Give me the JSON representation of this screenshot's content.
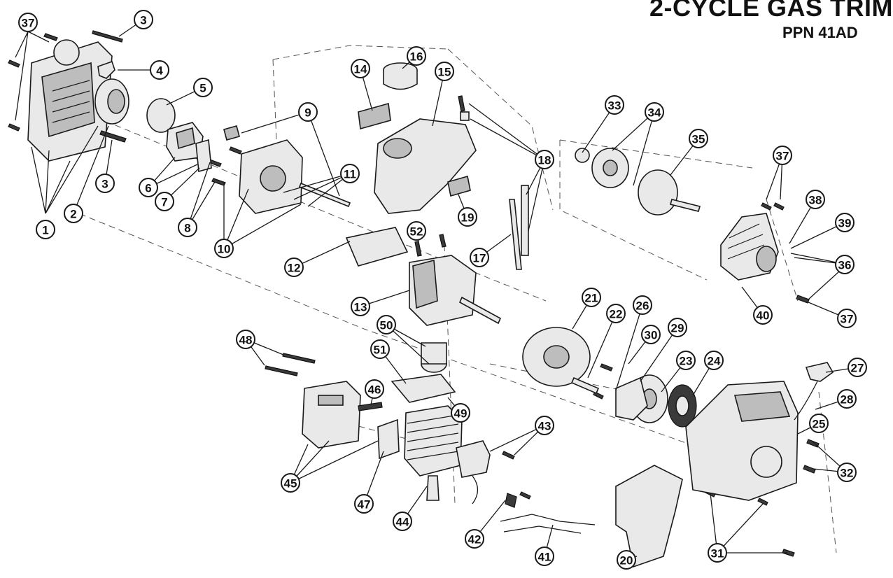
{
  "header": {
    "title": "2-CYCLE GAS TRIM",
    "subtitle": "PPN 41AD"
  },
  "callouts": [
    "1",
    "2",
    "3",
    "3",
    "4",
    "5",
    "6",
    "7",
    "8",
    "9",
    "10",
    "11",
    "12",
    "13",
    "14",
    "15",
    "16",
    "17",
    "18",
    "19",
    "20",
    "21",
    "22",
    "23",
    "24",
    "25",
    "26",
    "27",
    "28",
    "29",
    "30",
    "31",
    "32",
    "33",
    "34",
    "35",
    "36",
    "37",
    "37",
    "37",
    "38",
    "39",
    "40",
    "41",
    "42",
    "43",
    "44",
    "45",
    "46",
    "47",
    "48",
    "49",
    "50",
    "51",
    "52"
  ]
}
